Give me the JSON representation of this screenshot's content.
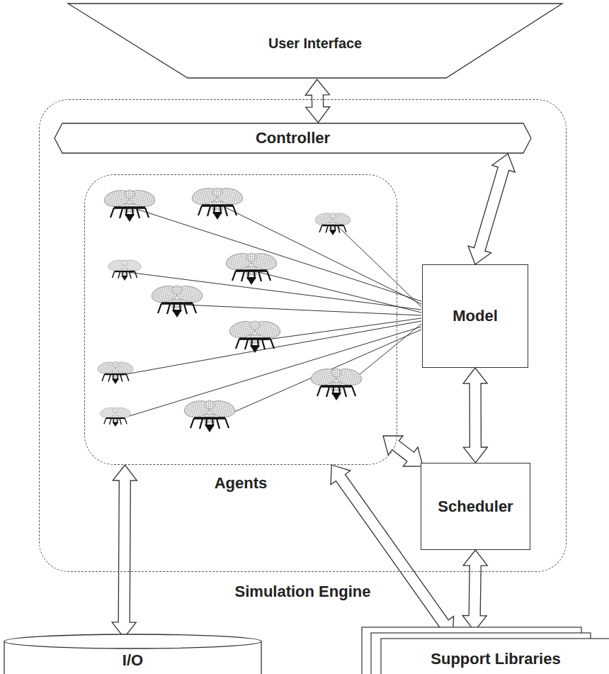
{
  "diagram": {
    "nodes": [
      {
        "text": [
          "User Interface"
        ]
      },
      {
        "text": [
          "Simulation Engine"
        ]
      },
      {
        "text": [
          "Controller"
        ],
        "in": 1
      },
      {
        "text": [
          "Agents"
        ],
        "in": 1
      },
      {
        "text": [
          "Model"
        ],
        "in": 1
      },
      {
        "text": [
          "Scheduler"
        ],
        "in": 1
      },
      {
        "text": [
          "I/O"
        ]
      },
      {
        "text": [
          "Support Libraries"
        ]
      }
    ],
    "edges": [
      {
        "from": 0,
        "to": 2,
        "arrow": "both"
      },
      {
        "from": 2,
        "to": 4,
        "arrow": "both"
      },
      {
        "from": 4,
        "to": 5,
        "arrow": "both"
      },
      {
        "from": 3,
        "to": 5,
        "arrow": "both"
      },
      {
        "from": 3,
        "to": 7,
        "arrow": "both"
      },
      {
        "from": 5,
        "to": 7,
        "arrow": "both"
      },
      {
        "from": 3,
        "to": 6,
        "arrow": "both"
      }
    ]
  }
}
